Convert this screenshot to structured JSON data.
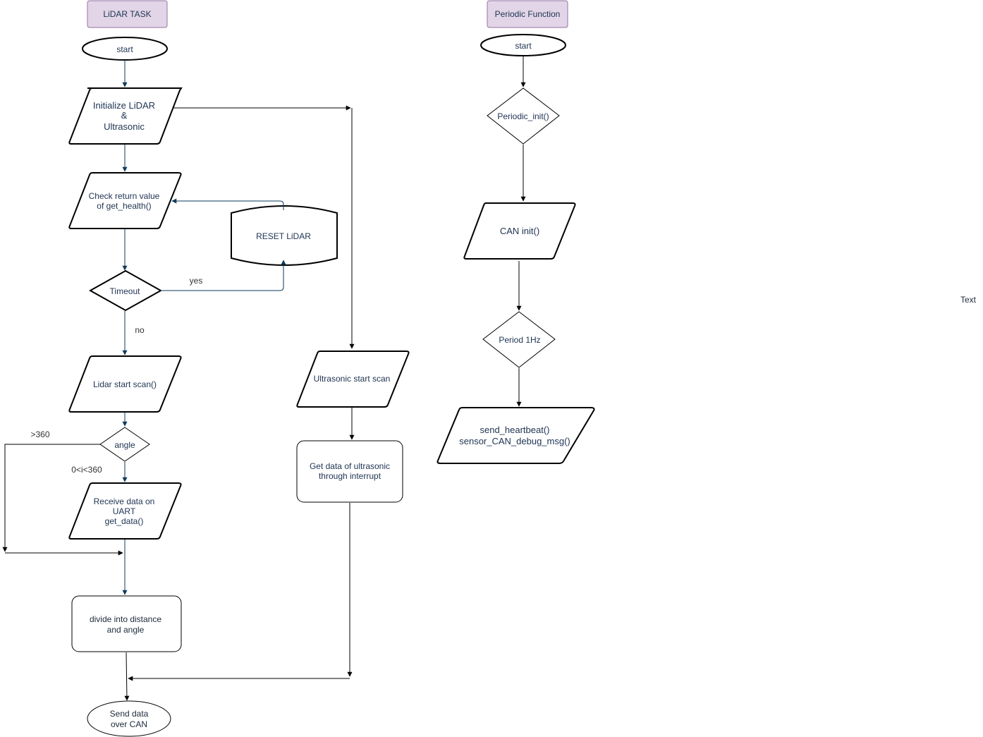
{
  "lidar": {
    "header": "LiDAR TASK",
    "start": "start",
    "init": [
      "Initialize LiDAR",
      "&",
      "Ultrasonic"
    ],
    "check_health": [
      "Check return value",
      "of get_health()"
    ],
    "reset": "RESET LiDAR",
    "timeout": "Timeout",
    "yes": "yes",
    "no": "no",
    "start_scan": "Lidar start scan()",
    "angle": "angle",
    "gt360": ">360",
    "range": "0<i<360",
    "receive": [
      "Receive data on",
      "UART",
      "get_data()"
    ],
    "divide": [
      "divide into distance",
      "and angle"
    ],
    "send": [
      "Send data",
      "over CAN"
    ]
  },
  "ultrasonic": {
    "start_scan": "Ultrasonic start scan",
    "get_data": [
      "Get data of ultrasonic",
      "through interrupt"
    ]
  },
  "periodic": {
    "header": "Periodic Function",
    "start": "start",
    "init": "Periodic_init()",
    "can_init": "CAN init()",
    "period": "Period 1Hz",
    "send": [
      "send_heartbeat()",
      "sensor_CAN_debug_msg()"
    ]
  },
  "stray_text": "Text",
  "colors": {
    "header_fill": "#e1d5e7",
    "header_stroke": "#9673a6",
    "arrow_navy": "#0e3a5c"
  }
}
